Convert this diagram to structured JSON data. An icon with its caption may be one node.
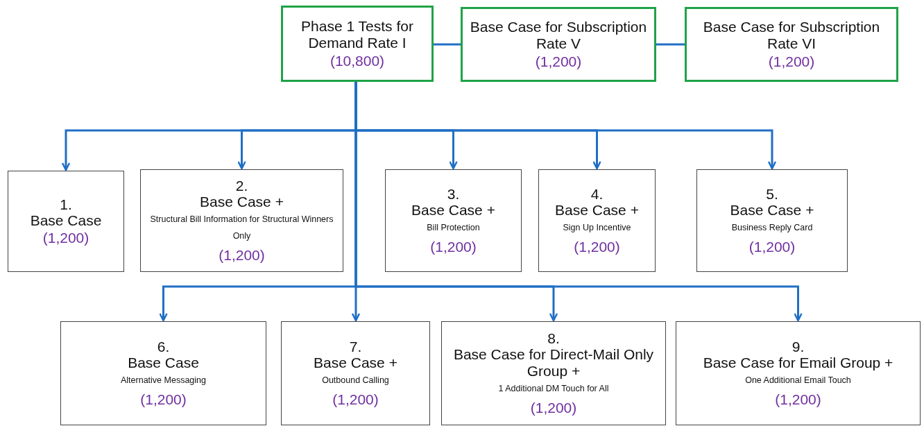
{
  "diagram": {
    "nodes": [
      {
        "text": [
          "Phase 1 Tests for Demand Rate I",
          "(10,800)"
        ]
      },
      {
        "text": [
          "Base Case for Subscription Rate V",
          "(1,200)"
        ]
      },
      {
        "text": [
          "Base Case for Subscription Rate VI",
          "(1,200)"
        ]
      },
      {
        "text": [
          "1.",
          "Base Case",
          "(1,200)"
        ]
      },
      {
        "text": [
          "2.",
          "Base Case +",
          "Structural Bill Information for Structural Winners Only",
          "(1,200)"
        ]
      },
      {
        "text": [
          "3.",
          "Base Case +",
          "Bill Protection",
          "(1,200)"
        ]
      },
      {
        "text": [
          "4.",
          "Base Case +",
          "Sign Up Incentive",
          "(1,200)"
        ]
      },
      {
        "text": [
          "5.",
          "Base Case +",
          "Business Reply Card",
          "(1,200)"
        ]
      },
      {
        "text": [
          "6.",
          "Base Case",
          "Alternative Messaging",
          "(1,200)"
        ]
      },
      {
        "text": [
          "7.",
          "Base Case +",
          "Outbound Calling",
          "(1,200)"
        ]
      },
      {
        "text": [
          "8.",
          "Base Case for Direct-Mail Only Group +",
          "1 Additional DM Touch for All",
          "(1,200)"
        ]
      },
      {
        "text": [
          "9.",
          "Base Case for Email Group +",
          "One Additional Email Touch",
          "(1,200)"
        ]
      }
    ],
    "edges": [
      {
        "from": 0,
        "to": 1,
        "arrow": "none"
      },
      {
        "from": 1,
        "to": 2,
        "arrow": "none"
      },
      {
        "from": 0,
        "to": 3,
        "arrow": "to"
      },
      {
        "from": 0,
        "to": 4,
        "arrow": "to"
      },
      {
        "from": 0,
        "to": 5,
        "arrow": "to"
      },
      {
        "from": 0,
        "to": 6,
        "arrow": "to"
      },
      {
        "from": 0,
        "to": 7,
        "arrow": "to"
      },
      {
        "from": 0,
        "to": 8,
        "arrow": "to"
      },
      {
        "from": 0,
        "to": 9,
        "arrow": "to"
      },
      {
        "from": 0,
        "to": 10,
        "arrow": "to"
      },
      {
        "from": 0,
        "to": 11,
        "arrow": "to"
      }
    ]
  }
}
